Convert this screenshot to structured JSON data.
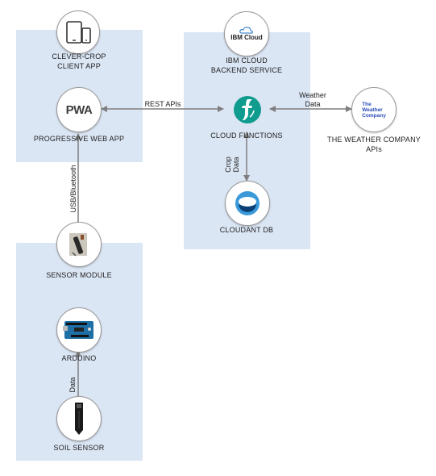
{
  "nodes": {
    "client_app": {
      "label": "CLEVER-CROP\nCLIENT APP",
      "icon": "tablet-phone-icon"
    },
    "pwa": {
      "label": "PROGRESSIVE WEB APP",
      "icon": "pwa-logo",
      "logo_text": "PWA"
    },
    "ibm_cloud": {
      "label": "IBM CLOUD\nBACKEND SERVICE",
      "icon": "ibm-cloud-logo",
      "logo_text": "IBM Cloud"
    },
    "cloud_functions": {
      "label": "CLOUD FUNCTIONS",
      "icon": "cloud-functions-logo"
    },
    "cloudant": {
      "label": "CLOUDANT DB",
      "icon": "cloudant-logo"
    },
    "weather": {
      "label": "THE WEATHER COMPANY\nAPIs",
      "icon": "weather-company-logo",
      "logo_text": "The\nWeather\nCompany"
    },
    "sensor_module": {
      "label": "SENSOR MODULE",
      "icon": "sensor-module-photo"
    },
    "arduino": {
      "label": "ARDUINO",
      "icon": "arduino-board-photo"
    },
    "soil_sensor": {
      "label": "SOIL SENSOR",
      "icon": "soil-sensor-photo"
    }
  },
  "edges": {
    "rest_apis": "REST APIs",
    "weather_data": "Weather\nData",
    "crop_data": "Crop\nData",
    "usb_bluetooth": "USB/Bluetooth",
    "data": "Data"
  },
  "colors": {
    "panel": "#dbe6f5",
    "arrow": "#7f7f7f",
    "pwa_purple": "#5a0fc8",
    "cloud_functions_teal": "#0f9b8e",
    "cloudant_blue": "#3a9ad9",
    "weather_blue": "#2a4db8"
  }
}
